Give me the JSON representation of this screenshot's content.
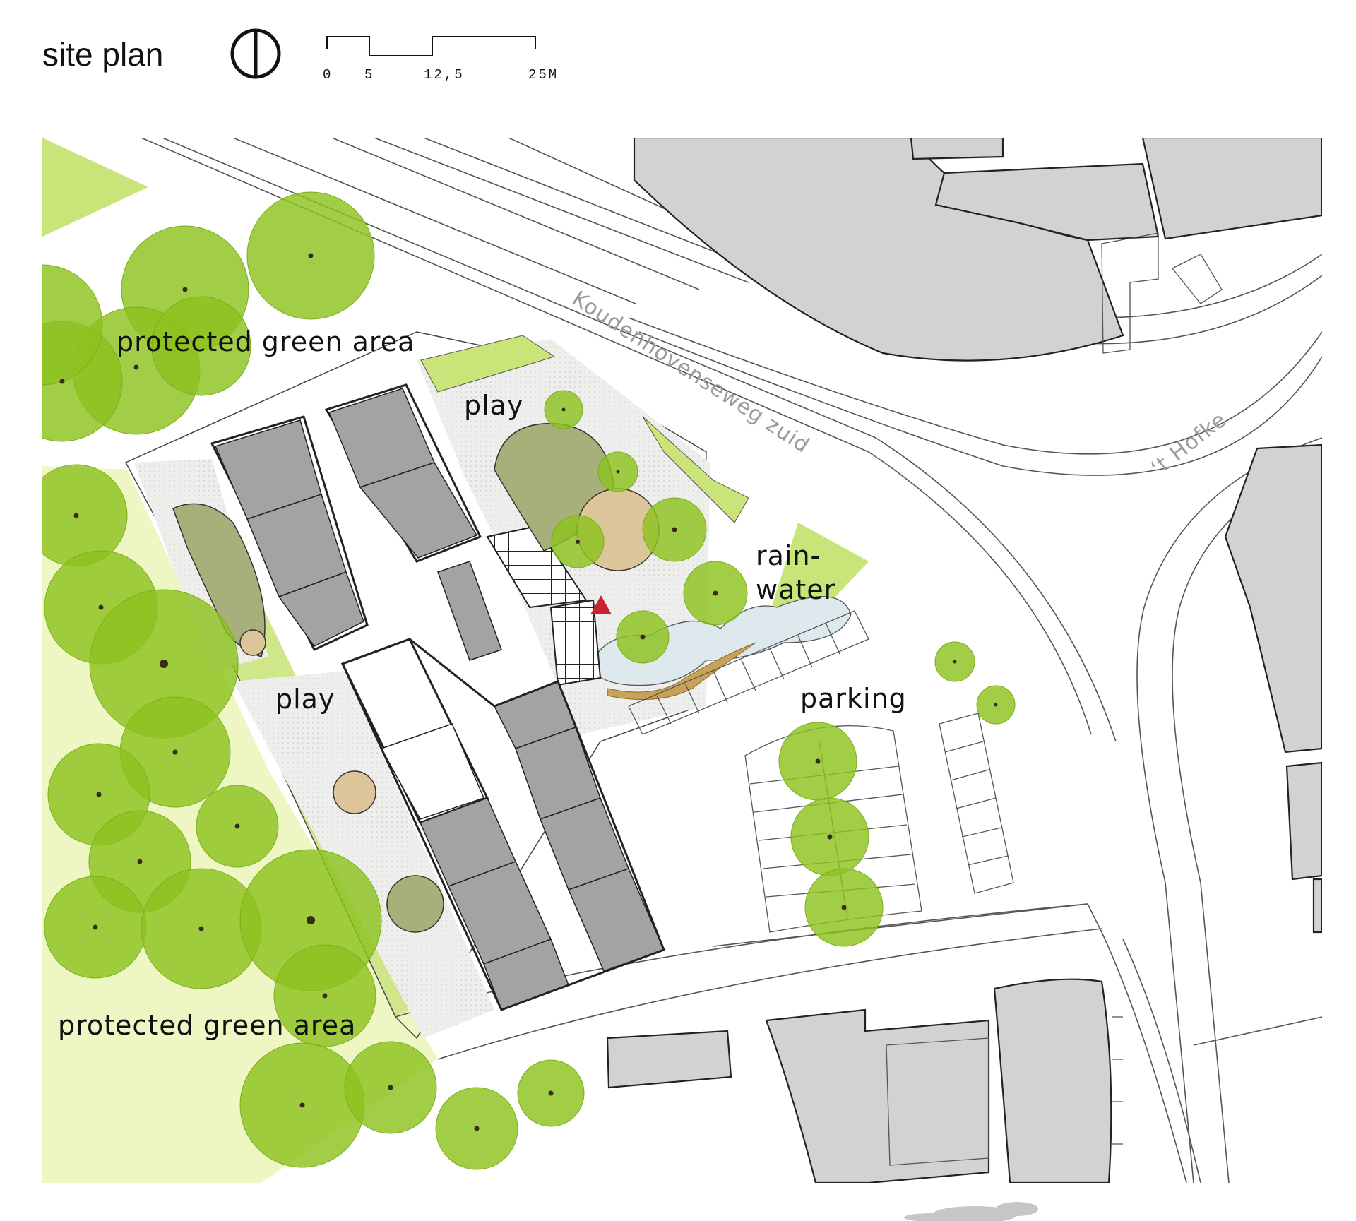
{
  "title": "site plan",
  "scale_bar": {
    "ticks": [
      "0",
      "5",
      "12,5",
      "25M"
    ]
  },
  "labels": {
    "protected_top": "protected green area",
    "protected_bottom": "protected green area",
    "play_top": "play",
    "play_left": "play",
    "rainwater_line1": "rain-",
    "rainwater_line2": "water",
    "parking": "parking",
    "street_main": "Koudenhovenseweg zuid",
    "street_side": "‘t Hofke"
  },
  "colors": {
    "tree": "#8cc21e",
    "tree_stroke": "#7cae1a",
    "lawn": "#c9e57a",
    "meadow": "#eef6c4",
    "pavement": "#ececea",
    "building_neighbor": "#d2d2d2",
    "building_units": "#a3a3a3",
    "water": "#dde9ec",
    "olive": "#a7b07a",
    "sand": "#dcc598",
    "entrance_marker": "#c8242f"
  },
  "icons": [
    "north-arrow-icon",
    "entrance-triangle-icon"
  ]
}
